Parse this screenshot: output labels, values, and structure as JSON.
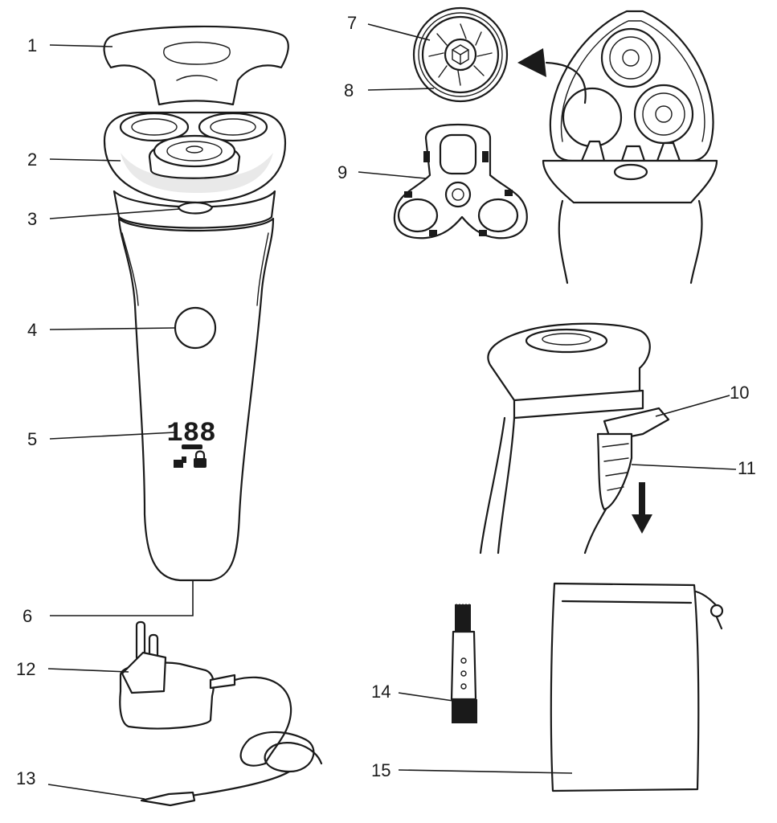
{
  "callouts": {
    "c1": "1",
    "c2": "2",
    "c3": "3",
    "c4": "4",
    "c5": "5",
    "c6": "6",
    "c7": "7",
    "c8": "8",
    "c9": "9",
    "c10": "10",
    "c11": "11",
    "c12": "12",
    "c13": "13",
    "c14": "14",
    "c15": "15"
  },
  "display": {
    "digits": "188"
  },
  "colors": {
    "ink": "#1a1a1a",
    "fill": "#e9e9e9",
    "background": "#ffffff"
  }
}
